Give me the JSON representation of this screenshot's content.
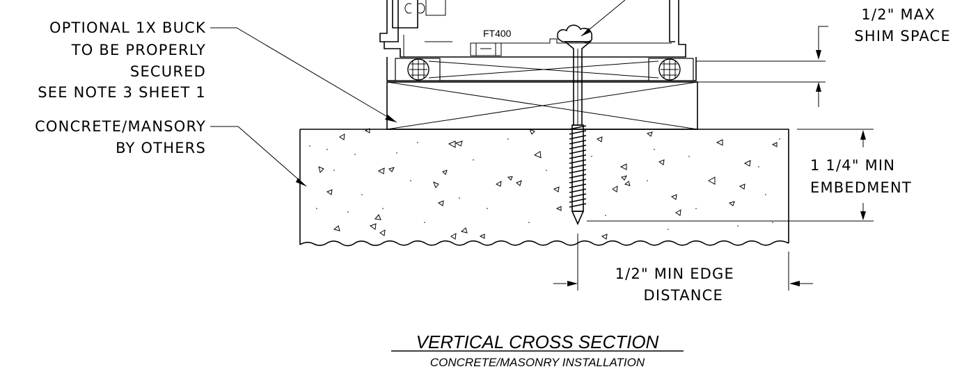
{
  "diagram": {
    "title": "VERTICAL CROSS SECTION",
    "subtitle": "CONCRETE/MASONRY INSTALLATION",
    "frame_label": "FT400",
    "labels": {
      "buck": [
        "OPTIONAL 1X BUCK",
        "TO BE PROPERLY",
        "SECURED",
        "SEE NOTE 3 SHEET 1"
      ],
      "concrete": [
        "CONCRETE/MANSORY",
        "BY OTHERS"
      ],
      "shim": [
        "1/2\" MAX",
        "SHIM SPACE"
      ],
      "embedment": [
        "1 1/4\" MIN",
        "EMBEDMENT"
      ],
      "edge": [
        "1/2\" MIN EDGE",
        "DISTANCE"
      ]
    }
  }
}
